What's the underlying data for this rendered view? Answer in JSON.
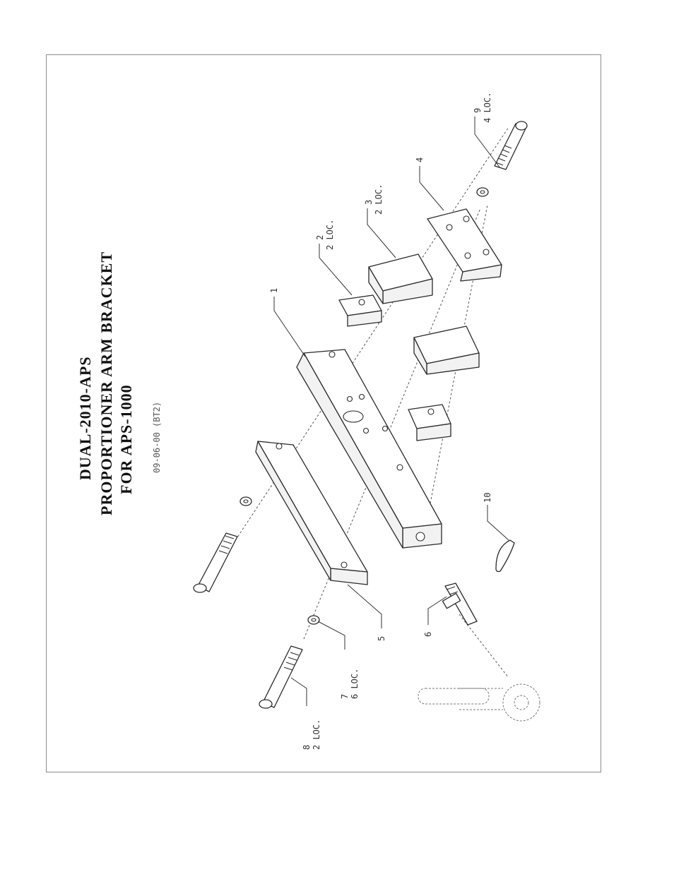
{
  "drawing": {
    "title_line1": "DUAL-2010-APS",
    "title_line2": "PROPORTIONER ARM BRACKET",
    "title_line3": "FOR APS-1000",
    "revision": "09-06-00 (BT2)"
  },
  "callouts": {
    "c1": {
      "num": "1",
      "loc": ""
    },
    "c2": {
      "num": "2",
      "loc": "2 LOC."
    },
    "c3": {
      "num": "3",
      "loc": "2 LOC."
    },
    "c4": {
      "num": "4",
      "loc": ""
    },
    "c5": {
      "num": "5",
      "loc": ""
    },
    "c6": {
      "num": "6",
      "loc": ""
    },
    "c7": {
      "num": "7",
      "loc": "6 LOC."
    },
    "c8": {
      "num": "8",
      "loc": "2 LOC."
    },
    "c9": {
      "num": "9",
      "loc": "4 LOC."
    },
    "c10": {
      "num": "10",
      "loc": ""
    }
  }
}
